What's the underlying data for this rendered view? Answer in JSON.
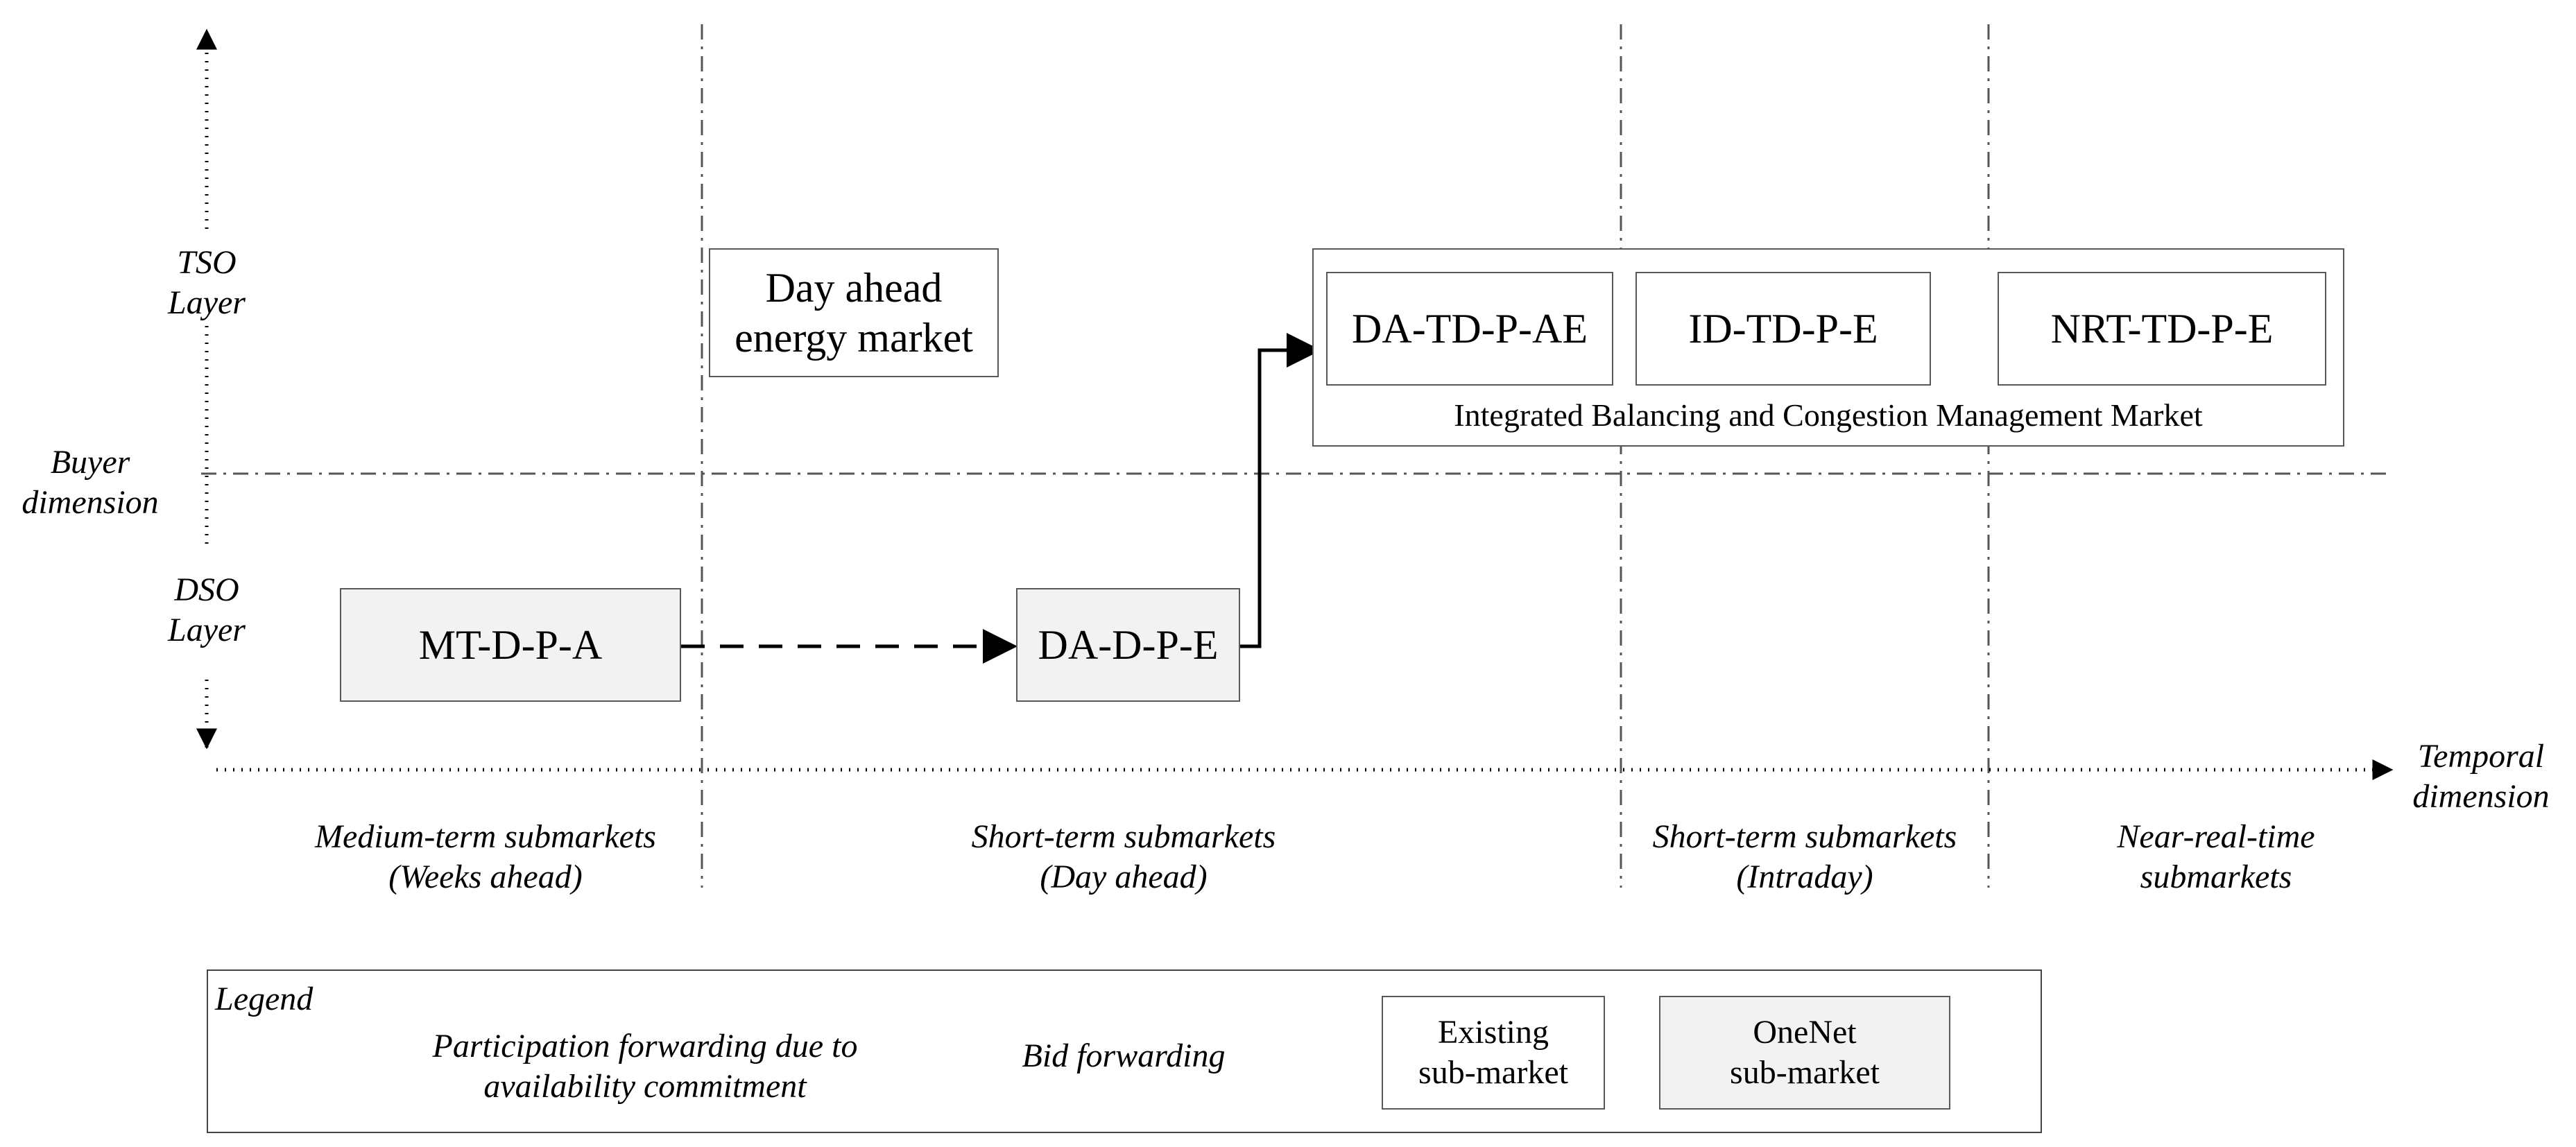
{
  "axes": {
    "tso_layer": [
      "TSO",
      "Layer"
    ],
    "dso_layer": [
      "DSO",
      "Layer"
    ],
    "buyer_dimension": [
      "Buyer",
      "dimension"
    ],
    "temporal_dimension": [
      "Temporal",
      "dimension"
    ]
  },
  "columns": [
    {
      "line1": "Medium-term submarkets",
      "line2": "(Weeks ahead)"
    },
    {
      "line1": "Short-term submarkets",
      "line2": "(Day ahead)"
    },
    {
      "line1": "Short-term submarkets",
      "line2": "(Intraday)"
    },
    {
      "line1": "Near-real-time",
      "line2": "submarkets"
    }
  ],
  "boxes": {
    "day_ahead_energy": [
      "Day ahead",
      "energy market"
    ],
    "mt_d_p_a": "MT-D-P-A",
    "da_d_p_e": "DA-D-P-E",
    "da_td_p_ae": "DA-TD-P-AE",
    "id_td_p_e": "ID-TD-P-E",
    "nrt_td_p_e": "NRT-TD-P-E",
    "integrated_market": "Integrated Balancing and Congestion Management Market"
  },
  "legend": {
    "title": "Legend",
    "dashed": [
      "Participation forwarding due to",
      "availability commitment"
    ],
    "solid": "Bid forwarding",
    "existing": [
      "Existing",
      "sub-market"
    ],
    "onenet": [
      "OneNet",
      "sub-market"
    ]
  },
  "colors": {
    "line": "#000000",
    "box_border": "#595959",
    "onenet_fill": "#f2f2f2",
    "existing_fill": "#ffffff"
  }
}
